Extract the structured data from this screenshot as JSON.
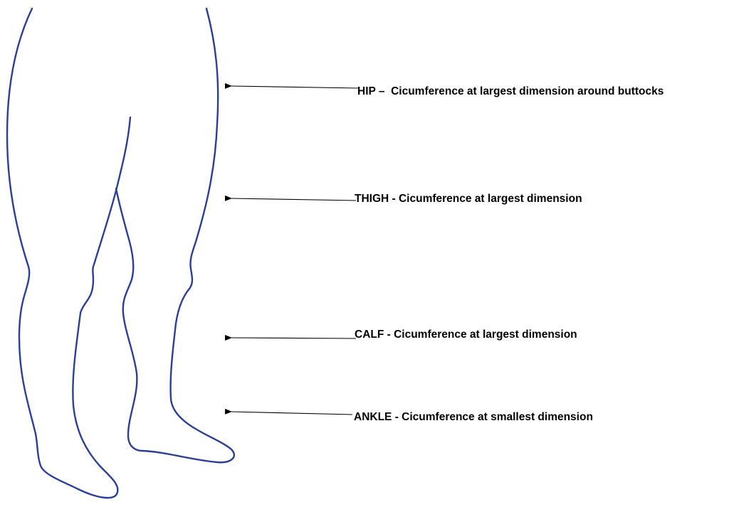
{
  "colors": {
    "outline": "#2b3f96",
    "pointer": "#000000",
    "text": "#000000"
  },
  "annotations": [
    {
      "id": "hip",
      "text": "HIP –  Cicumference at largest dimension around buttocks"
    },
    {
      "id": "thigh",
      "text": "THIGH - Cicumference at largest dimension"
    },
    {
      "id": "calf",
      "text": "CALF - Cicumference at largest dimension"
    },
    {
      "id": "ankle",
      "text": "ANKLE - Cicumference at smallest dimension"
    }
  ]
}
